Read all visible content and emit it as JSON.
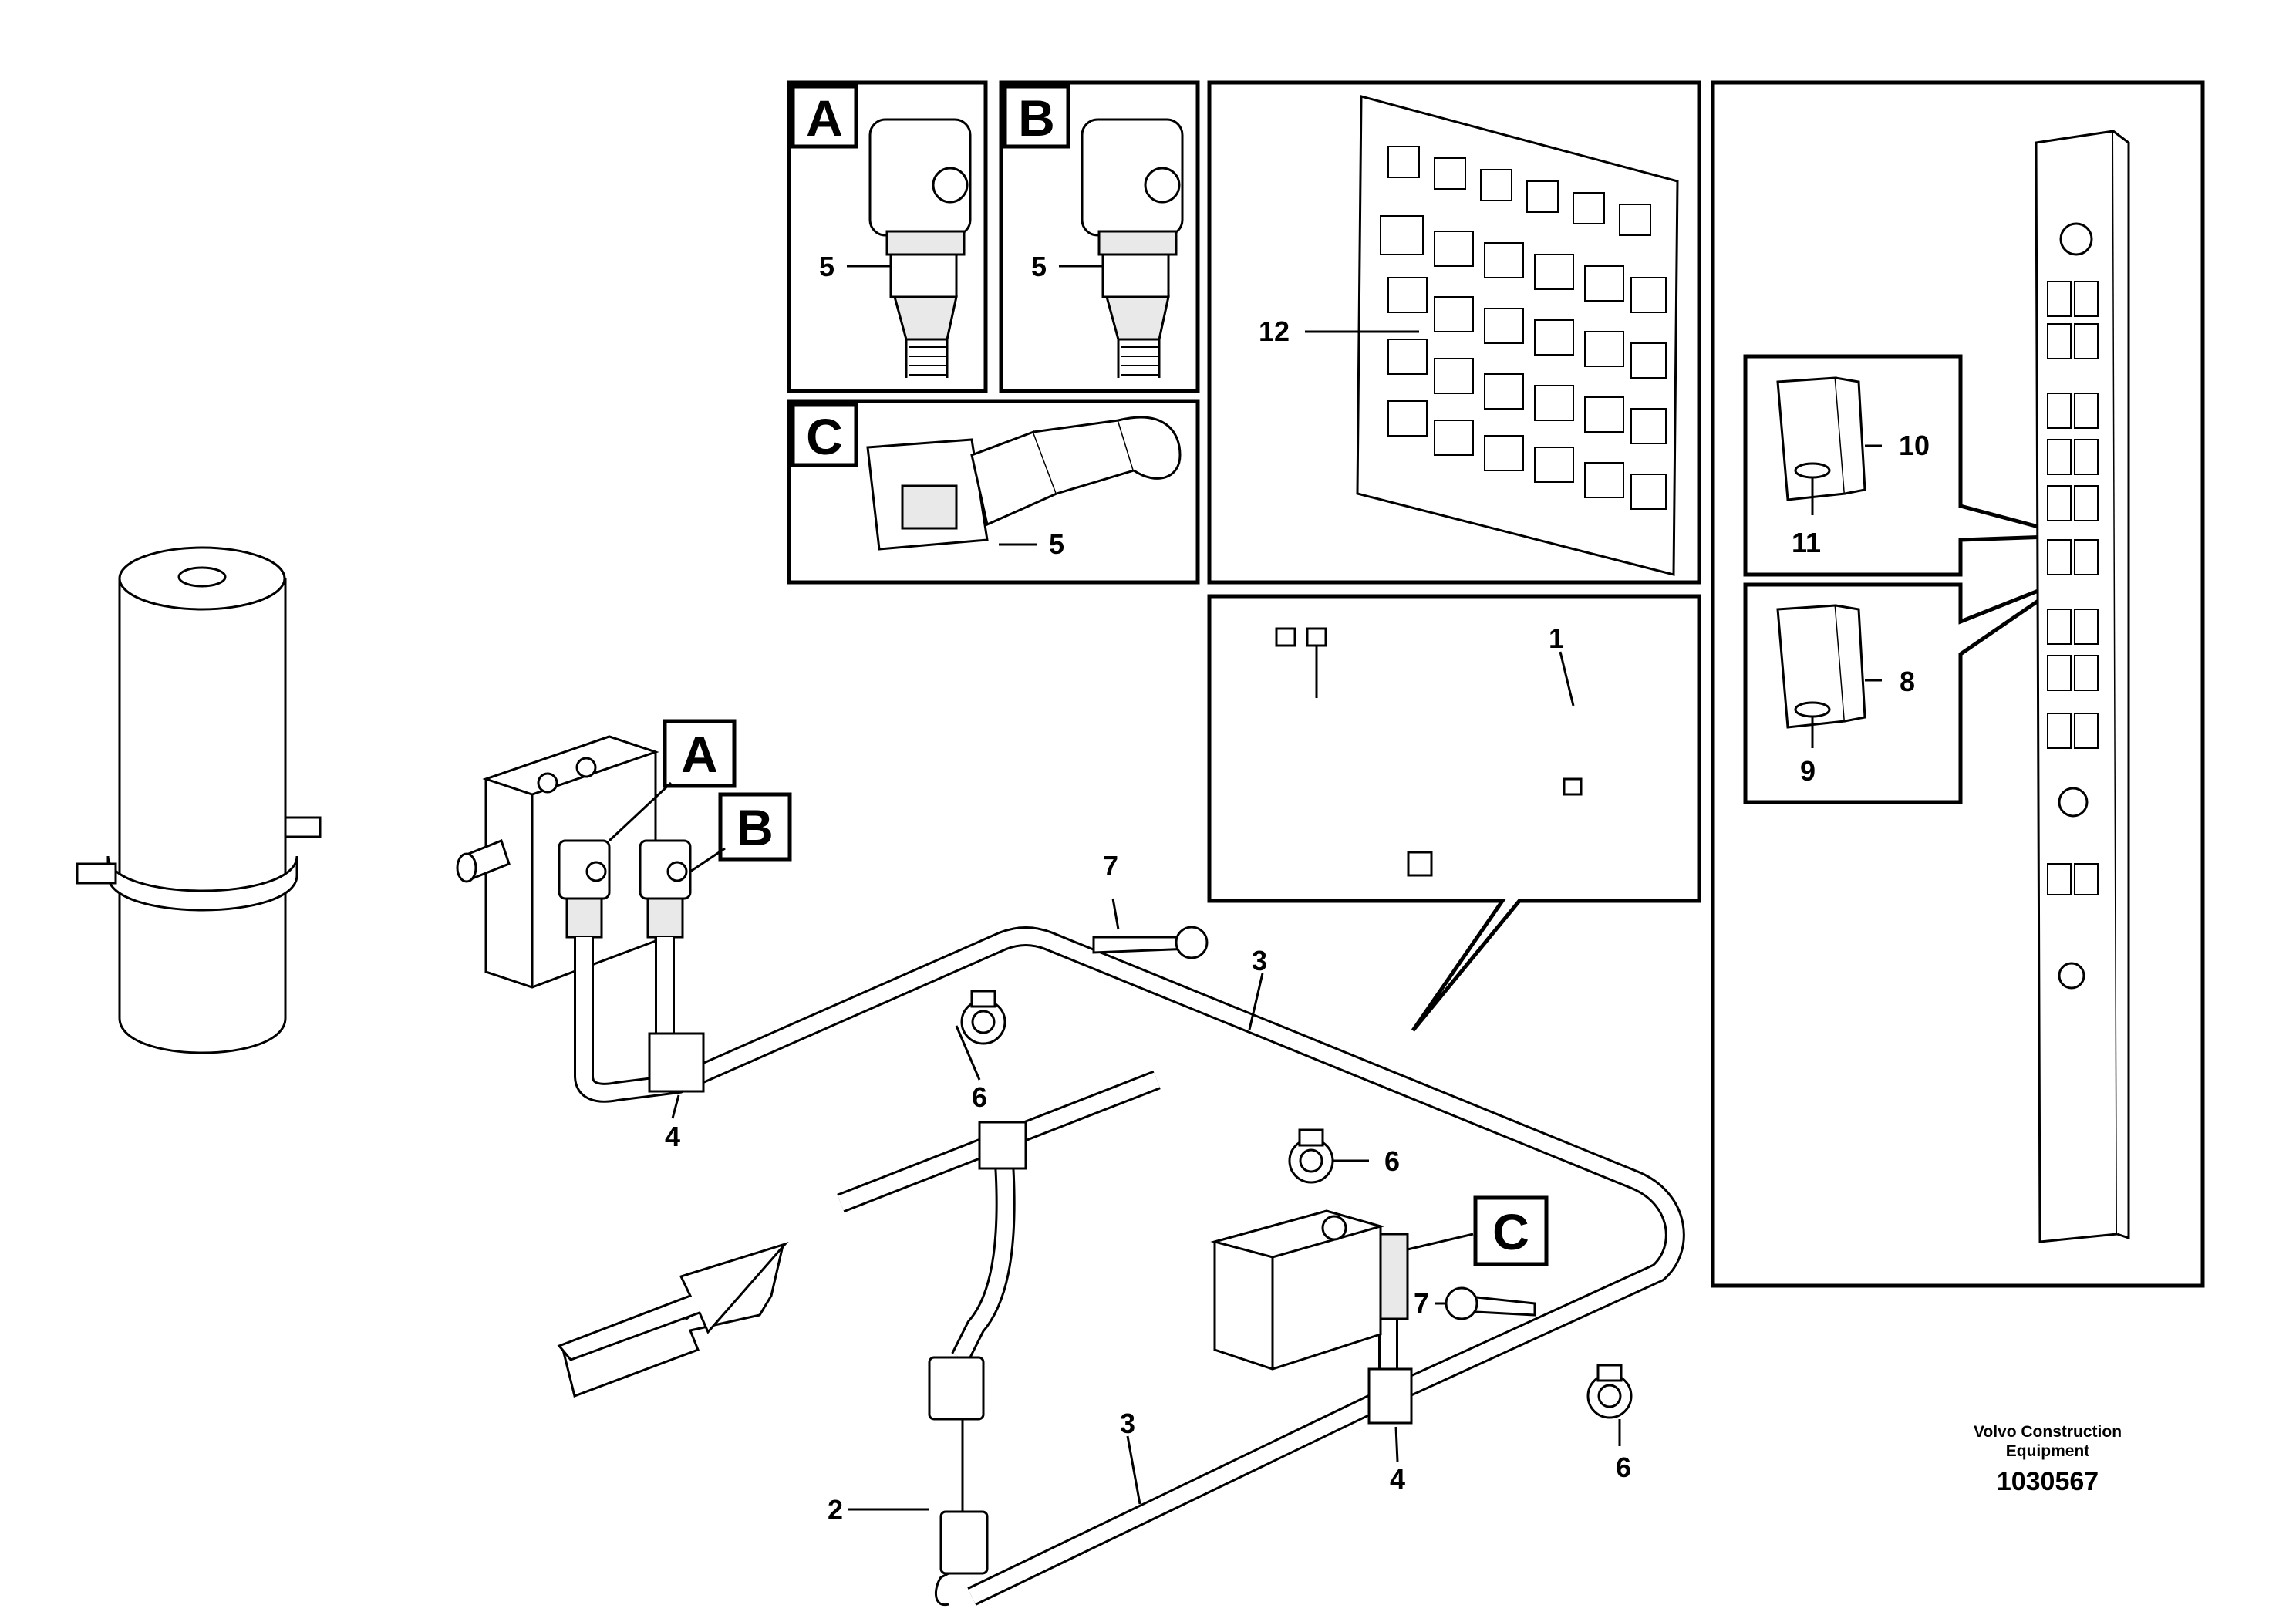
{
  "drawing": {
    "credit_line1": "Volvo Construction",
    "credit_line2": "Equipment",
    "number": "1030567"
  },
  "detail_letters": {
    "a": "A",
    "b": "B",
    "c": "C"
  },
  "callouts": {
    "p1": "1",
    "p2": "2",
    "p3": "3",
    "p4": "4",
    "p5": "5",
    "p6": "6",
    "p7": "7",
    "p8": "8",
    "p9": "9",
    "p10": "10",
    "p11": "11",
    "p12": "12"
  }
}
